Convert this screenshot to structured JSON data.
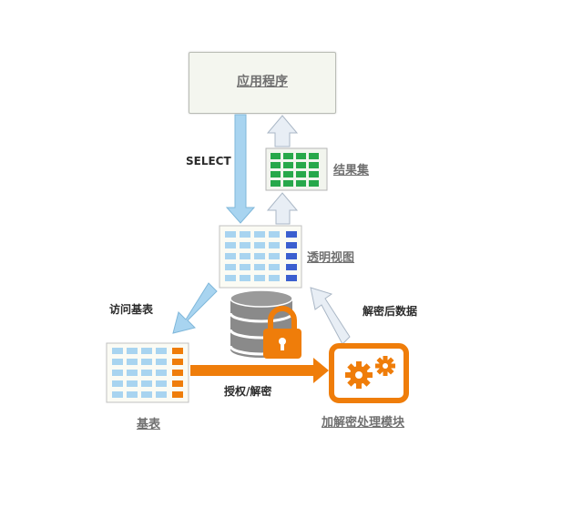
{
  "app": {
    "label": "应用程序"
  },
  "labels": {
    "select": "SELECT",
    "result_set": "结果集",
    "view": "透明视图",
    "access_base": "访问基表",
    "decrypted_data": "解密后数据",
    "base_table": "基表",
    "auth": "授权/解密",
    "module": "加解密处理模块"
  },
  "colors": {
    "light_blue": "#a8d4f0",
    "dark_blue": "#3b5fcf",
    "green": "#27a84a",
    "orange": "#ef7d0a",
    "gray_arrow": "#e8eef5",
    "db_gray": "#7a7a7a"
  }
}
